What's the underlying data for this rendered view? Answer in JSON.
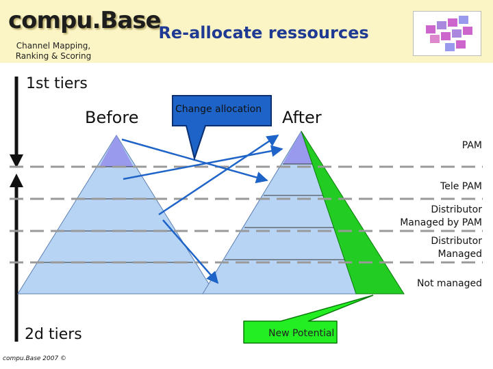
{
  "header": {
    "logo": "compu.Base",
    "subtitle_line1": "Channel Mapping,",
    "subtitle_line2": "Ranking & Scoring",
    "title": "Re-allocate ressources"
  },
  "tiers": {
    "top": "1st tiers",
    "bottom": "2d tiers"
  },
  "pyramids": {
    "before": "Before",
    "after": "After"
  },
  "callouts": {
    "change": "Change allocation",
    "new_potential": "New Potential"
  },
  "levels": {
    "pam": "PAM",
    "tele_pam": "Tele PAM",
    "dist_pam_line1": "Distributor",
    "dist_pam_line2": "Managed by PAM",
    "dist_line1": "Distributor",
    "dist_line2": "Managed",
    "not_managed": "Not managed"
  },
  "footer": "compu.Base 2007 ©",
  "colors": {
    "title": "#1f3a93",
    "pyramid": "#b8d4f4",
    "apex": "#9999ee",
    "arrow": "#1e63c8",
    "green": "#22cc22",
    "header_bg": "#fbf4c4"
  }
}
